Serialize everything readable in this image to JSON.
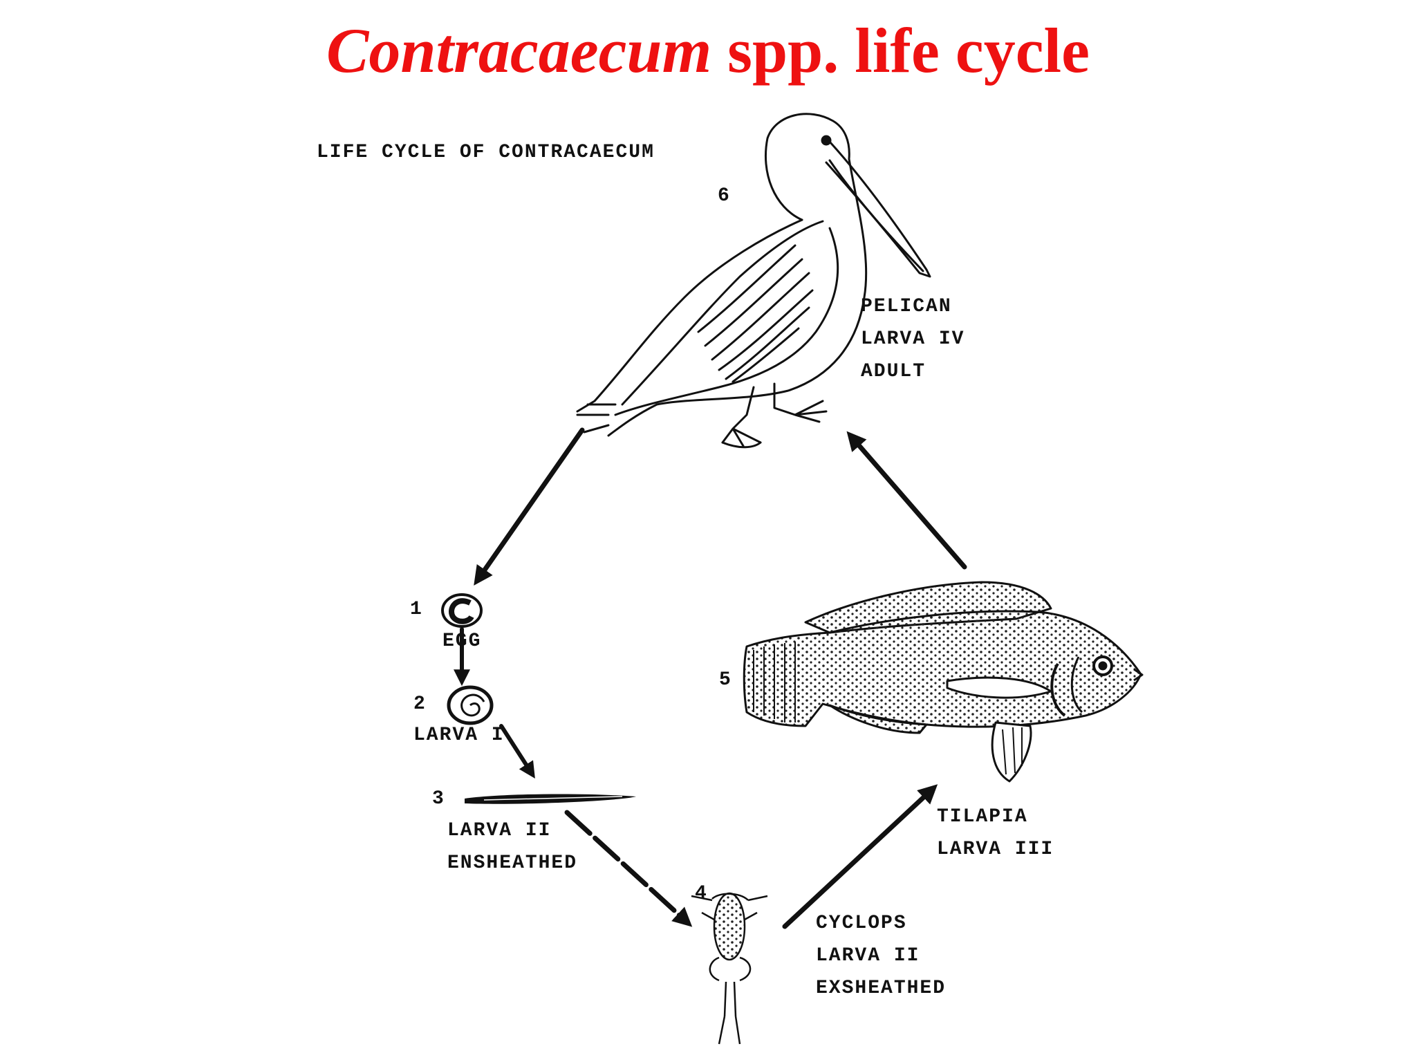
{
  "title": {
    "italic": "Contracaecum",
    "rest": " spp. life cycle",
    "color": "#ee1111"
  },
  "diagram_heading": "LIFE CYCLE OF CONTRACAECUM",
  "stages": [
    {
      "number": "1",
      "lines": [
        "EGG"
      ]
    },
    {
      "number": "2",
      "lines": [
        "LARVA I"
      ]
    },
    {
      "number": "3",
      "lines": [
        "LARVA II",
        "ENSHEATHED"
      ]
    },
    {
      "number": "4",
      "lines": [
        "CYCLOPS",
        "LARVA II",
        "EXSHEATHED"
      ]
    },
    {
      "number": "5",
      "lines": [
        "TILAPIA",
        "LARVA III"
      ]
    },
    {
      "number": "6",
      "lines": [
        "PELICAN",
        "LARVA IV",
        "ADULT"
      ]
    }
  ],
  "icons": {
    "pelican": "pelican-icon",
    "egg": "egg-icon",
    "larva1": "coiled-larva-icon",
    "larva2": "worm-larva-icon",
    "cyclops": "cyclops-copepod-icon",
    "tilapia": "tilapia-fish-icon"
  }
}
